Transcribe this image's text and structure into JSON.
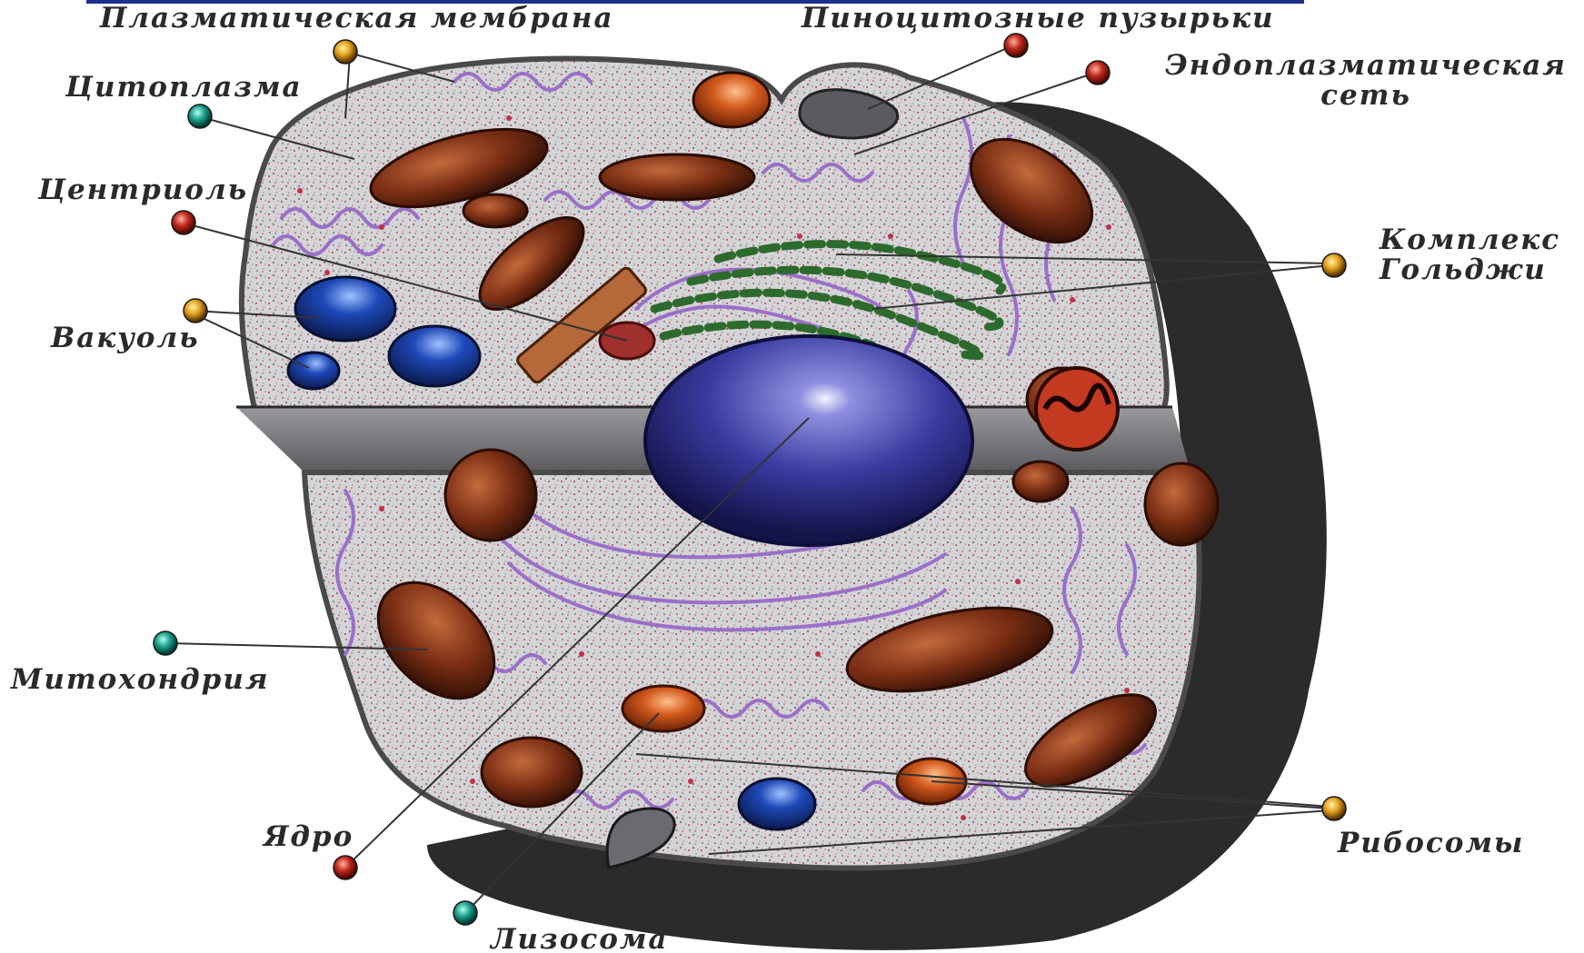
{
  "labels": {
    "plasma_membrane": "Плазматическая мембрана",
    "pinocytic_vesicles": "Пиноцитозные пузырьки",
    "er_line1": "Эндоплазматическая",
    "er_line2": "сеть",
    "cytoplasm": "Цитоплазма",
    "centriole": "Центриоль",
    "golgi_line1": "Комплекс",
    "golgi_line2": "Гольджи",
    "vacuole": "Вакуоль",
    "mitochondrion": "Митохондрия",
    "nucleus": "Ядро",
    "ribosomes": "Рибосомы",
    "lysosome": "Лизосома"
  },
  "colors": {
    "background": "#ffffff",
    "top_rule": "#1e2f8c",
    "cell_fill": "#d6d6d8",
    "cell_shadow": "#2b2b2b",
    "membrane": "#4a4a4a",
    "er": "#9a6fc8",
    "ribosome_dots": "#c0304a",
    "mitochondrion": "#7a2e14",
    "nucleus": "#3a3aa0",
    "golgi": "#2d6a2d",
    "vacuole": "#1f49b8",
    "lysosome": "#d2591c",
    "pin_orange": "#e0a020",
    "pin_red": "#c2281c",
    "pin_teal": "#1fa08c",
    "label_text": "#2a2a2a"
  }
}
